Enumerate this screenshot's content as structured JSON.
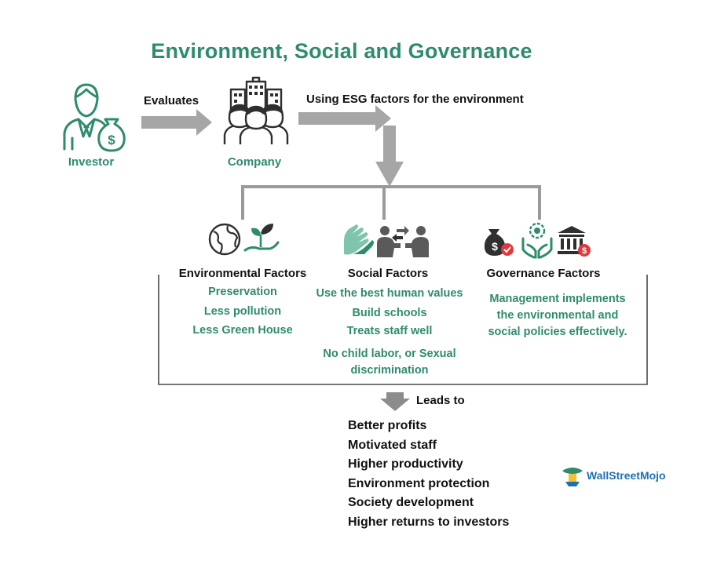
{
  "title": "Environment, Social and Governance",
  "flow": {
    "investor_label": "Investor",
    "evaluates_label": "Evaluates",
    "company_label": "Company",
    "using_label": "Using ESG factors for the environment"
  },
  "factors": [
    {
      "heading": "Environmental Factors",
      "items": [
        "Preservation",
        "Less pollution",
        "Less Green House"
      ]
    },
    {
      "heading": "Social Factors",
      "items": [
        "Use the best human values",
        "Build schools",
        "Treats staff well",
        "No child labor, or Sexual",
        "discrimination"
      ]
    },
    {
      "heading": "Governance Factors",
      "items": [
        "Management implements",
        "the environmental and",
        "social policies effectively."
      ]
    }
  ],
  "leads_to_label": "Leads to",
  "outcomes": [
    "Better profits",
    "Motivated staff",
    "Higher productivity",
    "Environment protection",
    "Society development",
    "Higher returns to investors"
  ],
  "logo_text": "WallStreetMojo",
  "colors": {
    "accent_green": "#2e8b6e",
    "arrow_gray": "#a6a6a6",
    "line_gray": "#9a9a9a",
    "icon_dark": "#2f2f2f",
    "logo_blue": "#1f6fb3",
    "alert_red": "#e0393e"
  },
  "icons": [
    "investor-icon",
    "money-bag-icon",
    "company-icon",
    "globe-icon",
    "plant-hand-icon",
    "handshake-icon",
    "people-exchange-icon",
    "money-bag-check-icon",
    "care-hands-icon",
    "bank-icon",
    "logo-icon"
  ]
}
